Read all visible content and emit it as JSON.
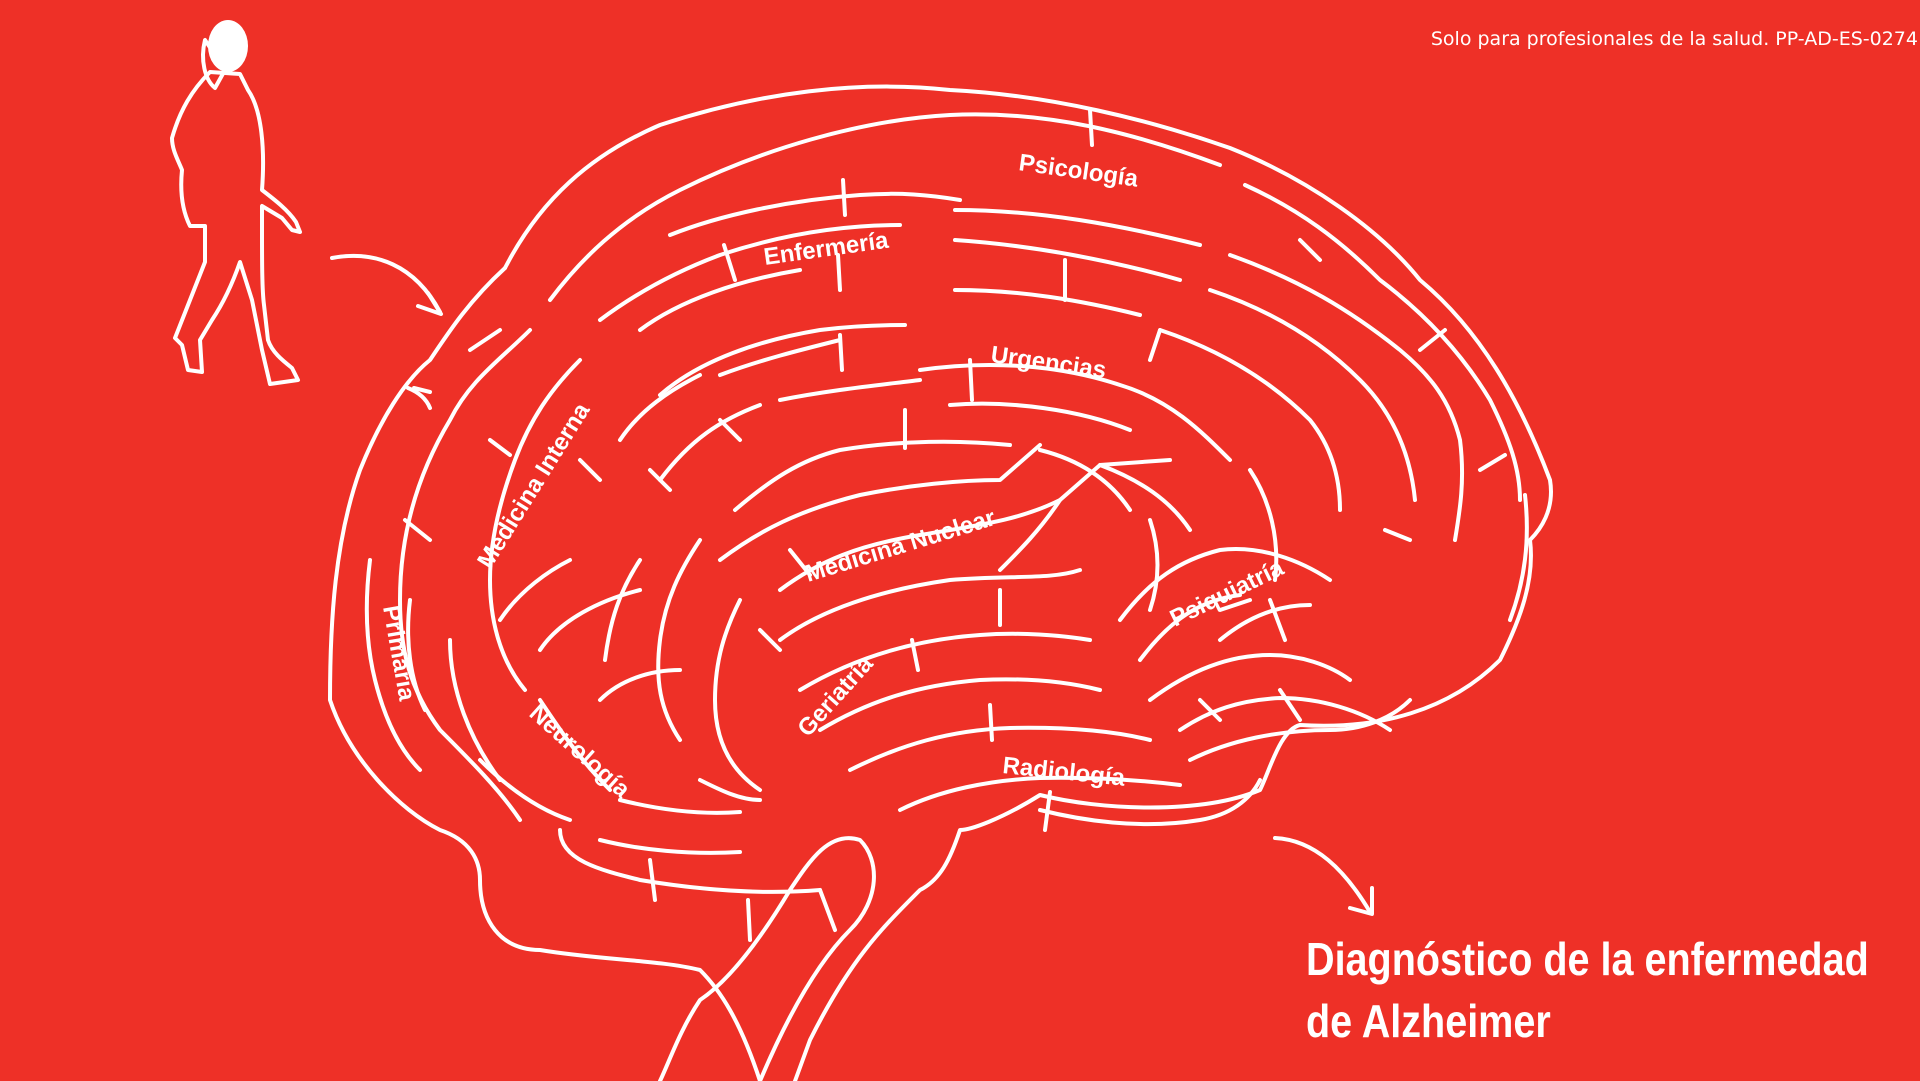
{
  "disclaimer": "Solo para profesionales de la salud. PP-AD-ES-0274",
  "title": {
    "line1": "Diagnóstico de la enfermedad",
    "line2": "de Alzheimer"
  },
  "specialties": {
    "psicologia": "Psicología",
    "enfermeria": "Enfermería",
    "urgencias": "Urgencias",
    "medicina_interna": "Medicina Interna",
    "medicina_nuclear": "Medicina Nuclear",
    "primaria": "Primaria",
    "psiquiatria": "Psiquiatría",
    "geriatria": "Geriatría",
    "neurologia": "Neurología",
    "radiologia": "Radiología"
  },
  "colors": {
    "background": "#ee3027",
    "foreground": "#ffffff"
  },
  "icons": [
    "walking-woman-silhouette",
    "curved-arrow",
    "brain-maze"
  ]
}
